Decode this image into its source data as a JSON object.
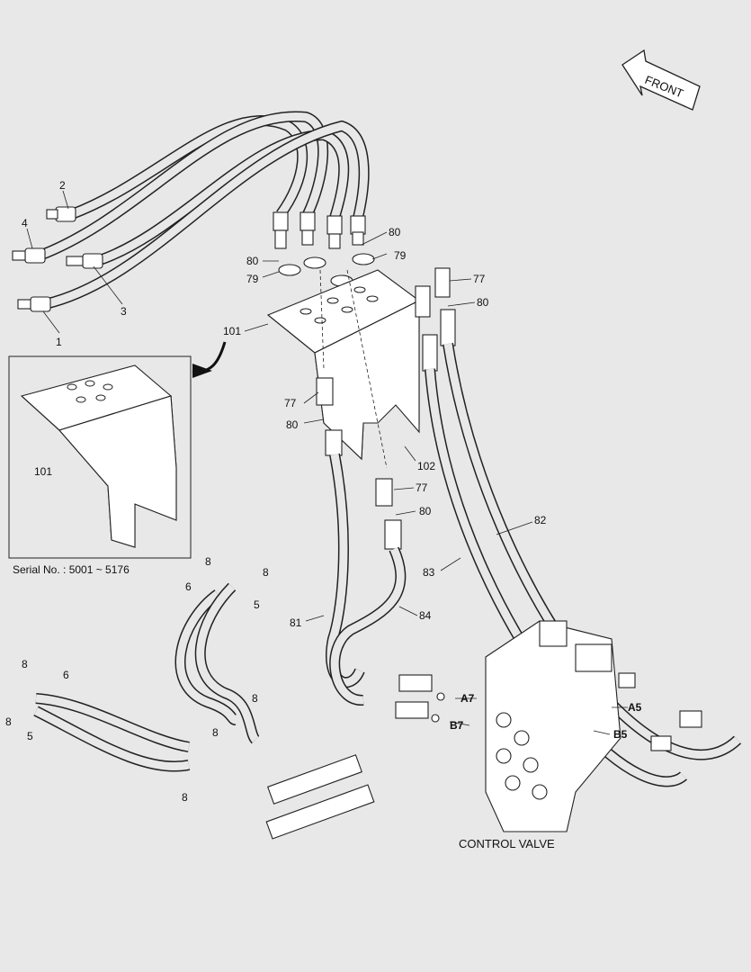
{
  "direction": {
    "label": "FRONT"
  },
  "labels": {
    "hose_2": "2",
    "hose_4": "4",
    "hose_3": "3",
    "hose_1": "1",
    "p80_a": "80",
    "p80_b": "80",
    "p79_a": "79",
    "p79_b": "79",
    "p77_a": "77",
    "p80_c": "80",
    "p101_main": "101",
    "p77_b": "77",
    "p80_d": "80",
    "p102": "102",
    "p77_c": "77",
    "p80_e": "80",
    "p82": "82",
    "p83": "83",
    "p101_inset": "101",
    "p8_a": "8",
    "p8_b": "8",
    "p6_a": "6",
    "p5_a": "5",
    "p81": "81",
    "p84": "84",
    "p8_c": "8",
    "p6_b": "6",
    "p8_d": "8",
    "p5_b": "5",
    "p8_e": "8",
    "p8_f": "8",
    "p8_g": "8",
    "port_a7": "A7",
    "port_b7": "B7",
    "port_a5": "A5",
    "port_b5": "B5"
  },
  "inset": {
    "serial": "Serial No. : 5001 ~ 5176"
  },
  "captions": {
    "control_valve": "CONTROL VALVE"
  }
}
